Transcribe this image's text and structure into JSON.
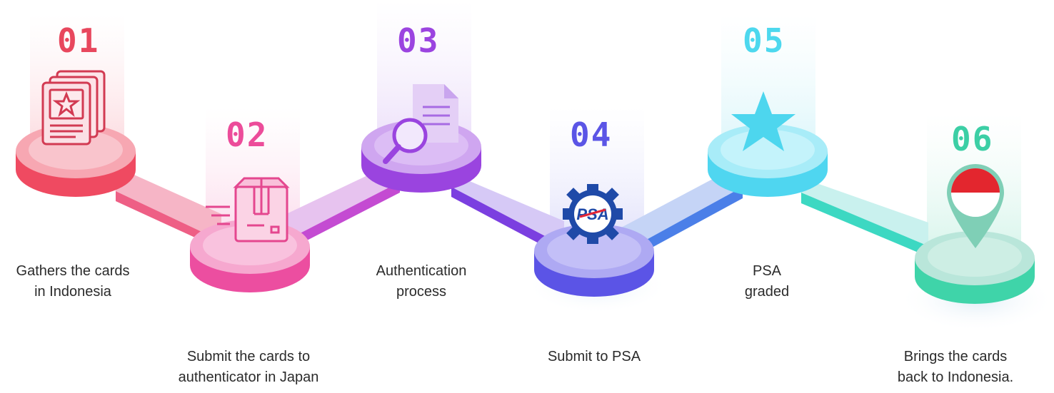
{
  "steps": [
    {
      "number": "01",
      "caption": [
        "Gathers the cards",
        "in Indonesia"
      ],
      "color": "#e8475d",
      "icon": "card-star-icon"
    },
    {
      "number": "02",
      "caption": [
        "Submit the cards to",
        "authenticator in Japan"
      ],
      "color": "#ec4c9a",
      "icon": "shipping-box-icon"
    },
    {
      "number": "03",
      "caption": [
        "Authentication",
        "process"
      ],
      "color": "#9b44e0",
      "icon": "document-magnifier-icon"
    },
    {
      "number": "04",
      "caption": [
        "Submit to PSA"
      ],
      "color": "#5b55e6",
      "icon": "psa-gear-icon"
    },
    {
      "number": "05",
      "caption": [
        "PSA",
        "graded"
      ],
      "color": "#4dd8ee",
      "icon": "star-icon"
    },
    {
      "number": "06",
      "caption": [
        "Brings the cards",
        "back to Indonesia."
      ],
      "color": "#3ccfa5",
      "icon": "indonesia-flag-pin-icon"
    }
  ],
  "psa_badge": {
    "text": "PSA",
    "primary": "#1f4aa8",
    "accent": "#e32636"
  },
  "flag_colors": {
    "top": "#e3262e",
    "bottom": "#ffffff"
  }
}
